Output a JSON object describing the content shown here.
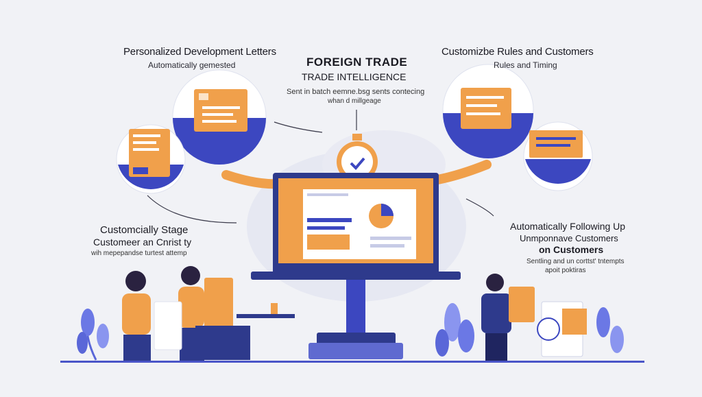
{
  "center": {
    "title": "FOREIGN TRADE",
    "subtitle": "TRADE INTELLIGENCE",
    "note_line1": "Sent in batch eemne.bsg sents contecing",
    "note_line2": "whan d millgeage"
  },
  "top_left": {
    "title": "Personalized Development Letters",
    "subtitle": "Automatically gemested"
  },
  "top_right": {
    "title": "Customizbe Rules and Customers",
    "subtitle": "Rules and Timing"
  },
  "mid_left": {
    "line1": "Customcially Stage",
    "line2": "Customeer an Cnrist ty",
    "line3": "wih mepepandse turtest attemp"
  },
  "mid_right": {
    "line1": "Automatically Following Up",
    "line2": "Unmponnave Customers",
    "line3": "on Customers",
    "line4": "Sentling and un corttst' tntempts",
    "line5": "apoit poktiras"
  },
  "colors": {
    "orange": "#f0a04b",
    "blue": "#4a55c8",
    "navy": "#2e3a8c",
    "bg": "#f1f2f6"
  }
}
